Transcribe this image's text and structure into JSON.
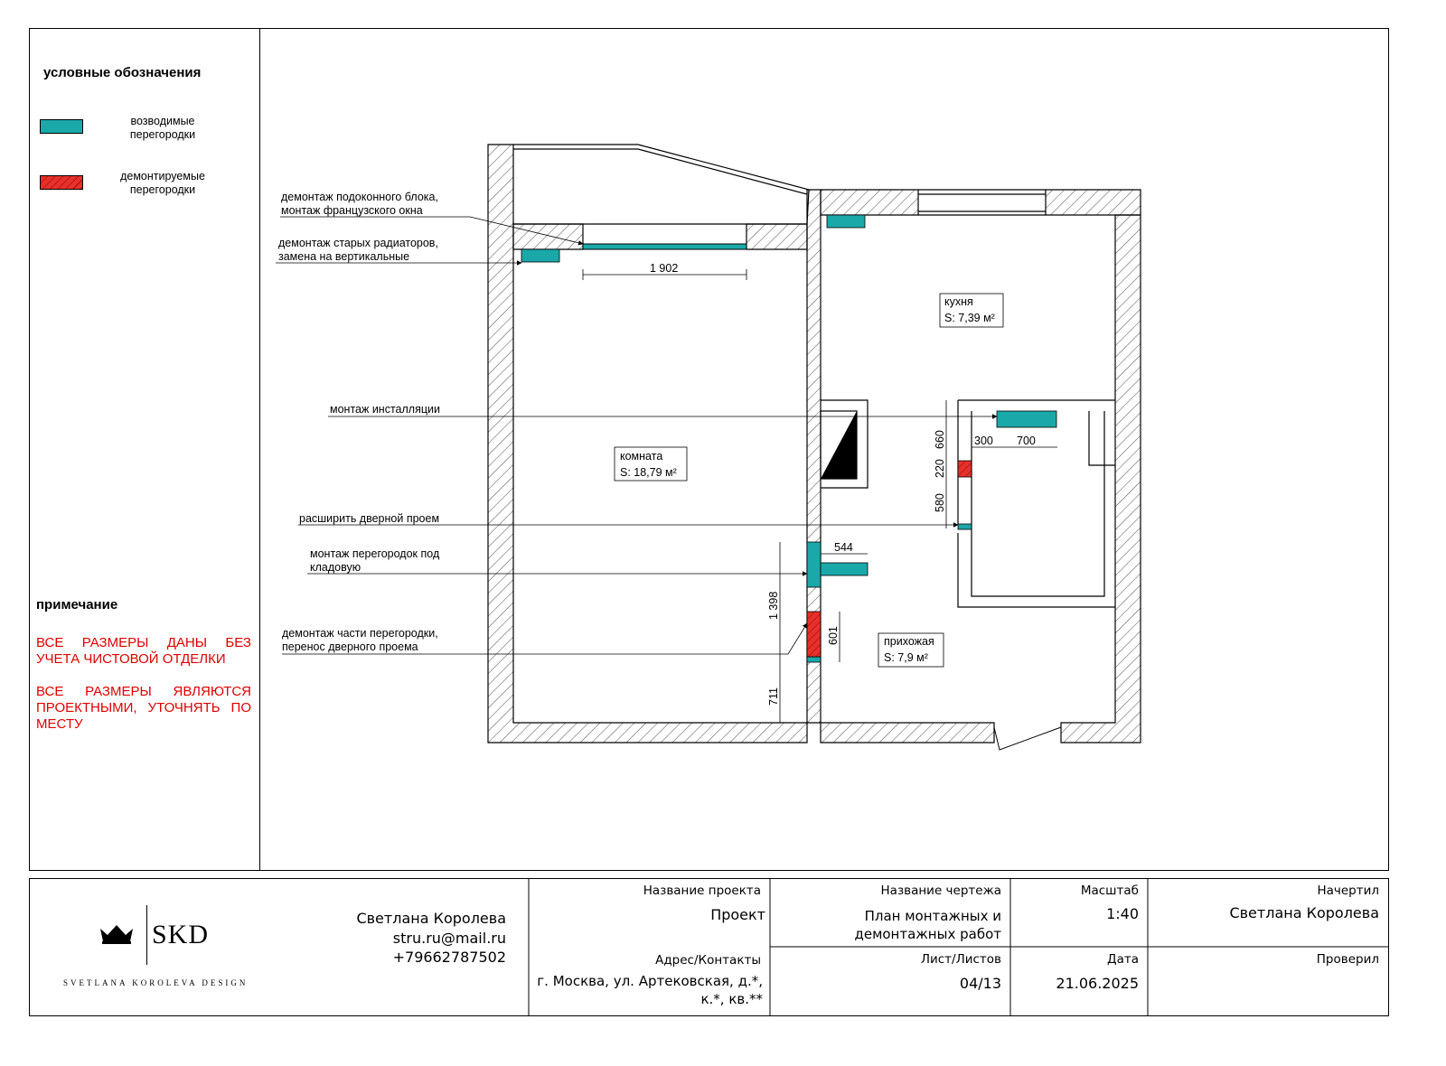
{
  "legend": {
    "title": "условные обозначения",
    "items": [
      {
        "label": "возводимые перегородки",
        "color": "#1aa8a8"
      },
      {
        "label": "демонтируемые перегородки",
        "color": "#e8302a"
      }
    ]
  },
  "notes": {
    "title": "примечание",
    "lines": [
      "ВСЕ РАЗМЕРЫ ДАНЫ БЕЗ УЧЕТА ЧИСТОВОЙ ОТДЕЛКИ",
      "ВСЕ РАЗМЕРЫ ЯВЛЯЮТСЯ ПРОЕКТНЫМИ, УТОЧНЯТЬ ПО МЕСТУ"
    ]
  },
  "plan": {
    "callouts": [
      "демонтаж подоконного блока,",
      "монтаж французского окна",
      "демонтаж старых радиаторов,",
      "замена на вертикальные",
      "монтаж инсталляции",
      "расширить дверной проем",
      "монтаж перегородок под",
      "кладовую",
      "демонтаж части перегородки,",
      "перенос дверного проема"
    ],
    "rooms": [
      {
        "name": "кухня",
        "area": "S: 7,39 м²"
      },
      {
        "name": "комната",
        "area": "S: 18,79 м²"
      },
      {
        "name": "прихожая",
        "area": "S:  7,9 м²"
      }
    ],
    "dimensions": [
      "1 902",
      "660",
      "300",
      "700",
      "220",
      "580",
      "544",
      "1 398",
      "601",
      "711"
    ],
    "colors": {
      "new": "#1aa8a8",
      "demolish": "#e8302a"
    }
  },
  "titleblock": {
    "logo_text": "SKD",
    "logo_sub": "SVETLANA KOROLEVA DESIGN",
    "author_name": "Светлана Королева",
    "author_email": "stru.ru@mail.ru",
    "author_phone": "+79662787502",
    "project_label": "Название проекта",
    "project_value": "Проект",
    "address_label": "Адрес/Контакты",
    "address_value": "г. Москва, ул. Артековская, д.*, к.*, кв.**",
    "drawing_label": "Название чертежа",
    "drawing_value": "План монтажных и демонтажных работ",
    "sheet_label": "Лист/Листов",
    "sheet_value": "04/13",
    "scale_label": "Масштаб",
    "scale_value": "1:40",
    "date_label": "Дата",
    "date_value": "21.06.2025",
    "drawn_label": "Начертил",
    "drawn_value": "Светлана Королева",
    "checked_label": "Проверил"
  }
}
